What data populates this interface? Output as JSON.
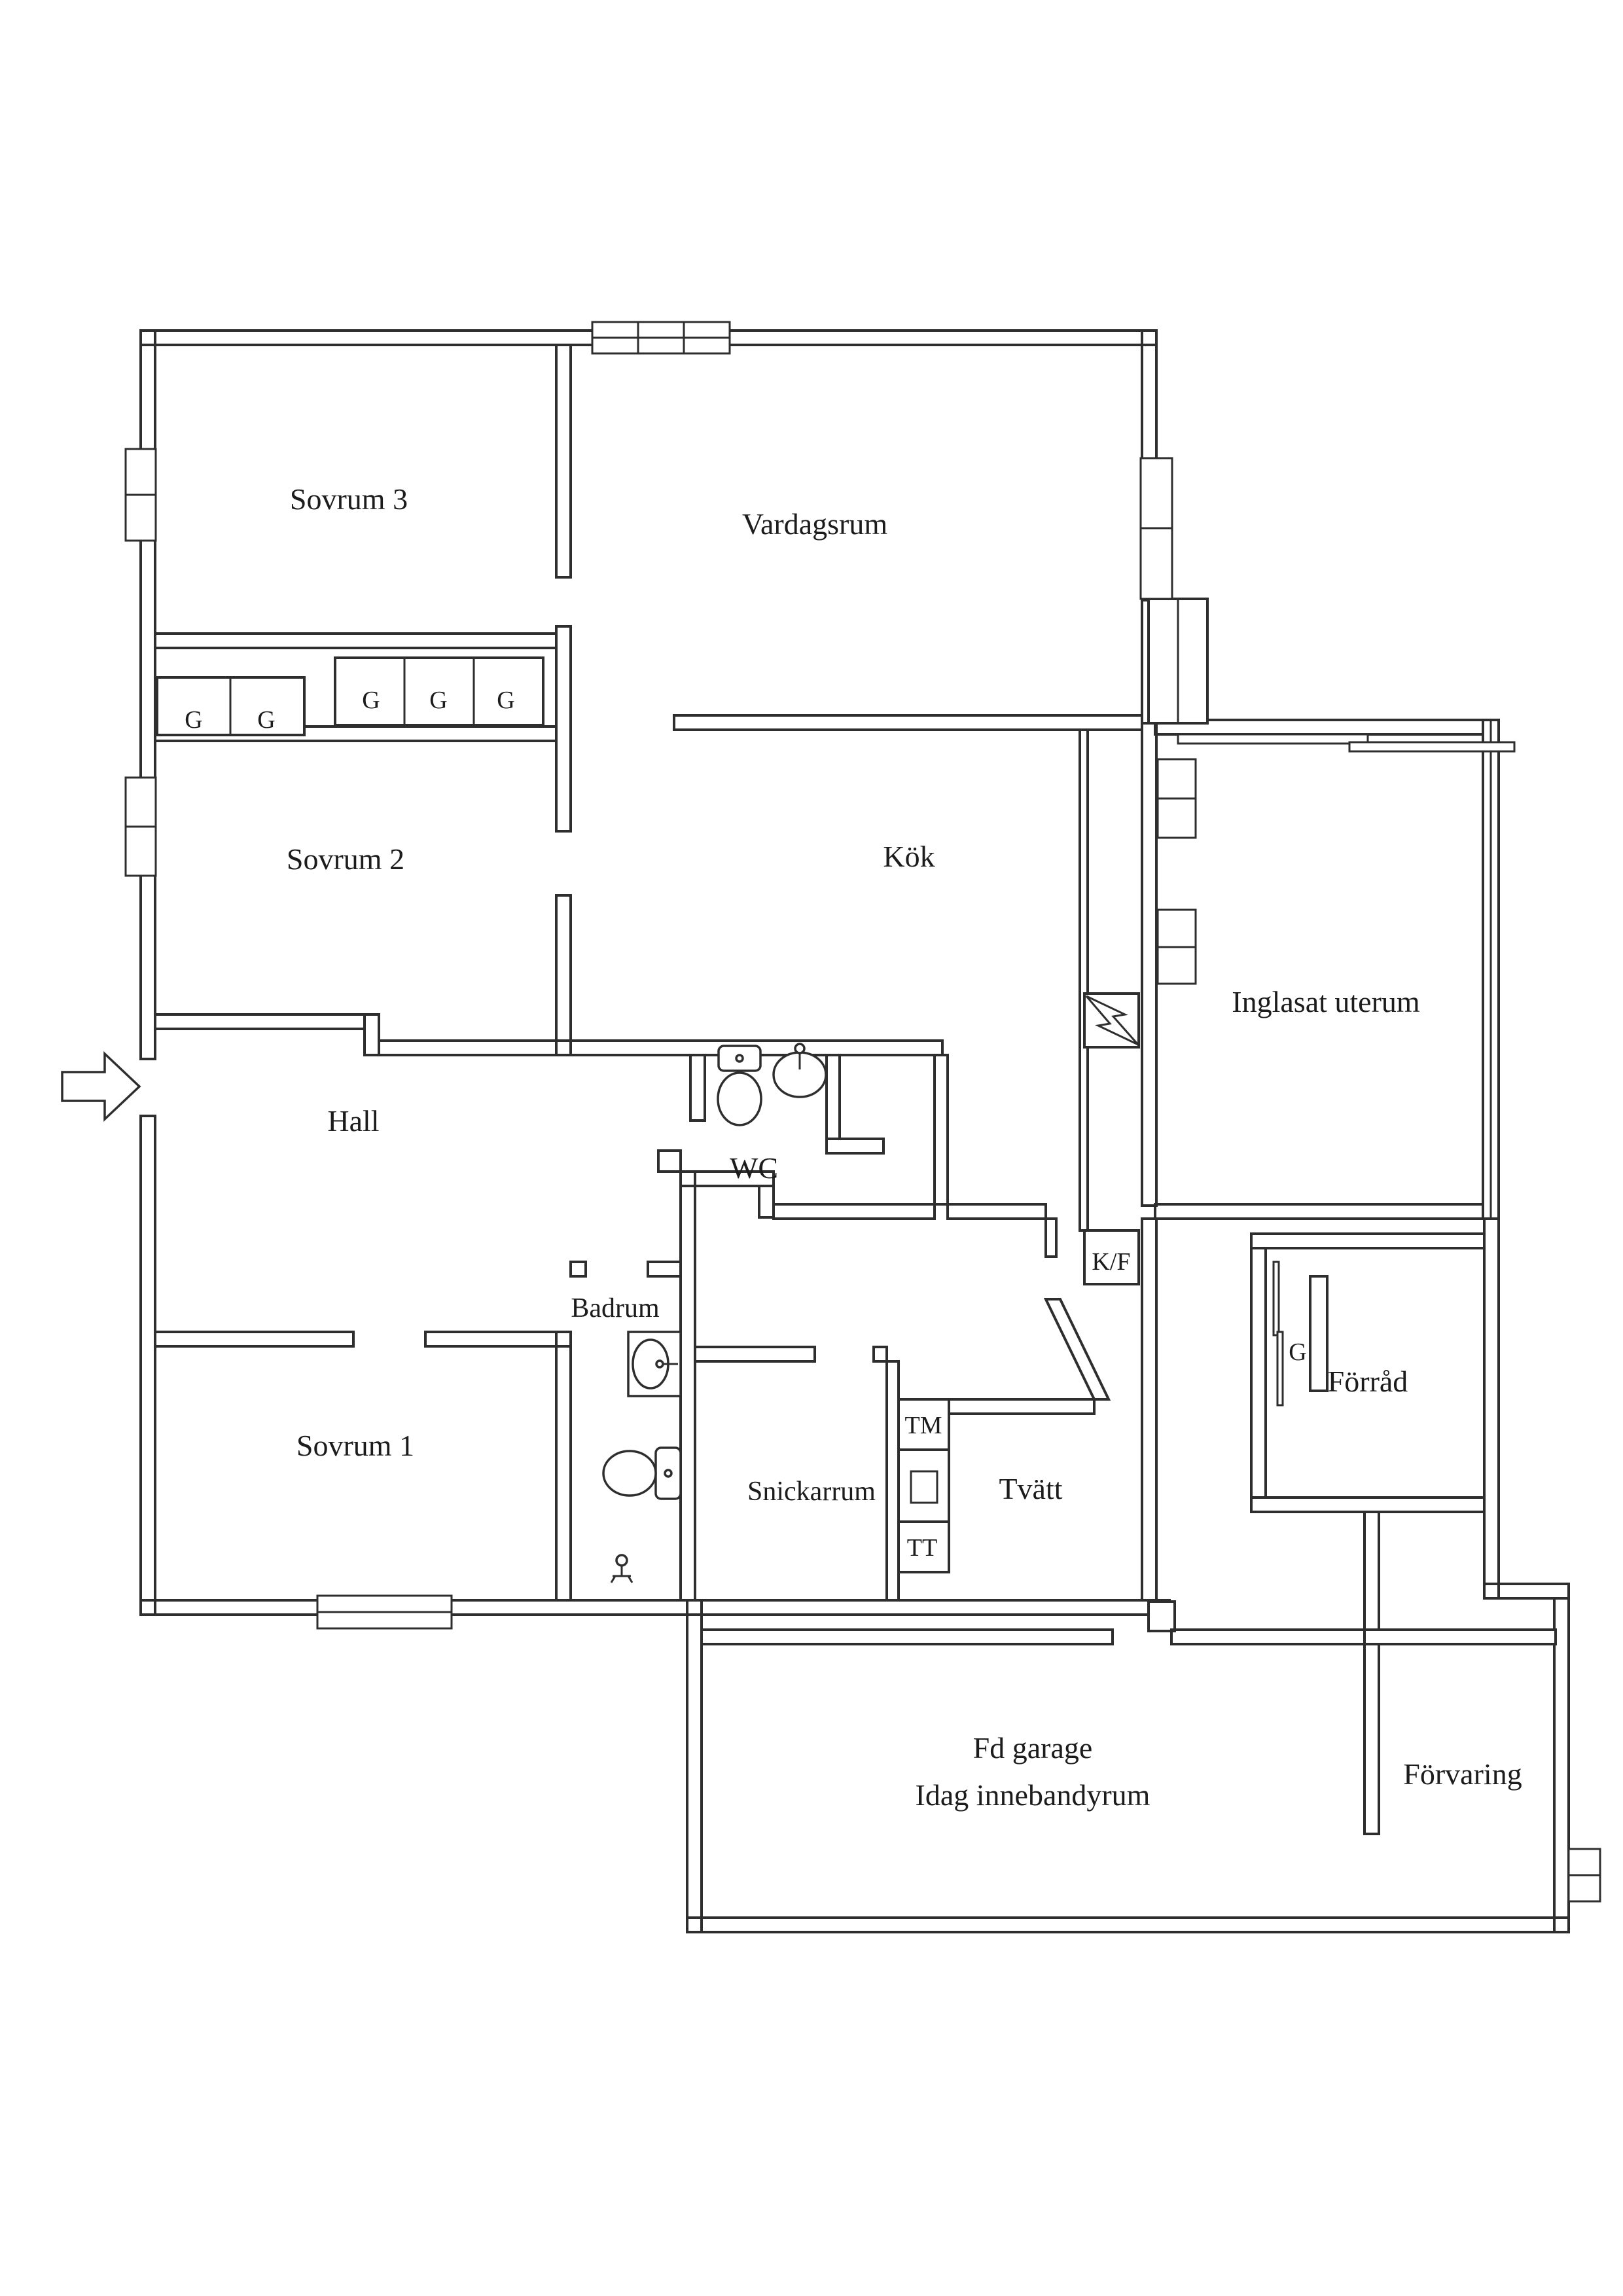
{
  "plan": {
    "type": "floor-plan",
    "language": "sv",
    "background": "#ffffff",
    "wall_color": "#2e2e2e"
  },
  "labels": {
    "sovrum3": "Sovrum 3",
    "vardagsrum": "Vardagsrum",
    "sovrum2": "Sovrum 2",
    "kok": "Kök",
    "uterum": "Inglasat uterum",
    "hall": "Hall",
    "wc": "WC",
    "kf": "K/F",
    "sovrum1": "Sovrum 1",
    "badrum": "Badrum",
    "snickarrum": "Snickarrum",
    "tm": "TM",
    "tt": "TT",
    "tvatt": "Tvätt",
    "forrad": "Förråd",
    "forrad_g": "G",
    "garage_line1": "Fd garage",
    "garage_line2": "Idag innebandyrum",
    "forvaring": "Förvaring",
    "g1": "G",
    "g2": "G",
    "g3": "G",
    "g4": "G",
    "g5": "G"
  },
  "icons": {
    "entry": "entry-arrow",
    "electrical": "lightning-bolt",
    "wet": [
      "toilet",
      "sink",
      "floor-drain"
    ],
    "doors": "sliding-door",
    "glazing": "window"
  }
}
